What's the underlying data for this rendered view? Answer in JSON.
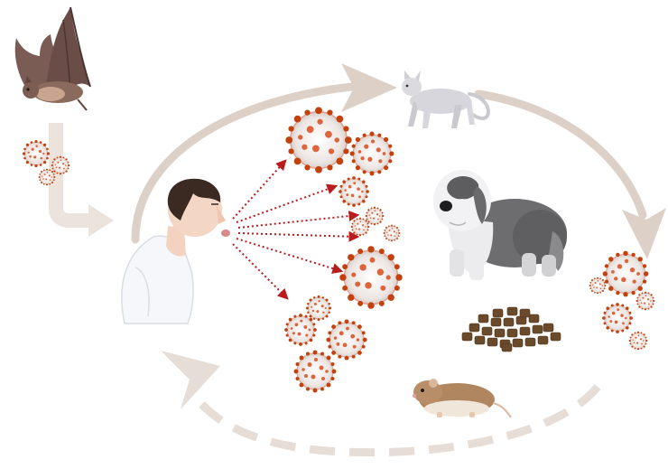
{
  "diagram": {
    "nodes": [
      {
        "id": "bat",
        "icon": "bat-icon"
      },
      {
        "id": "human",
        "icon": "human-icon"
      },
      {
        "id": "cat",
        "icon": "cat-icon"
      },
      {
        "id": "dog",
        "icon": "dog-icon"
      },
      {
        "id": "pet-food",
        "icon": "pet-food-icon"
      },
      {
        "id": "hamster",
        "icon": "hamster-icon"
      }
    ],
    "edges": [
      {
        "from": "bat",
        "to": "human",
        "style": "solid"
      },
      {
        "from": "human",
        "to": "cat",
        "style": "solid"
      },
      {
        "from": "cat",
        "to": "pet-animals",
        "style": "solid"
      },
      {
        "from": "pet-animals",
        "to": "human",
        "style": "dashed"
      },
      {
        "from": "human",
        "to": "virus-cloud",
        "style": "dotted"
      }
    ],
    "colors": {
      "arrow": "#ddd1c7",
      "virus_spike": "#c2410c",
      "virus_body": "#f1ece9",
      "spray": "#b91c1c"
    }
  }
}
